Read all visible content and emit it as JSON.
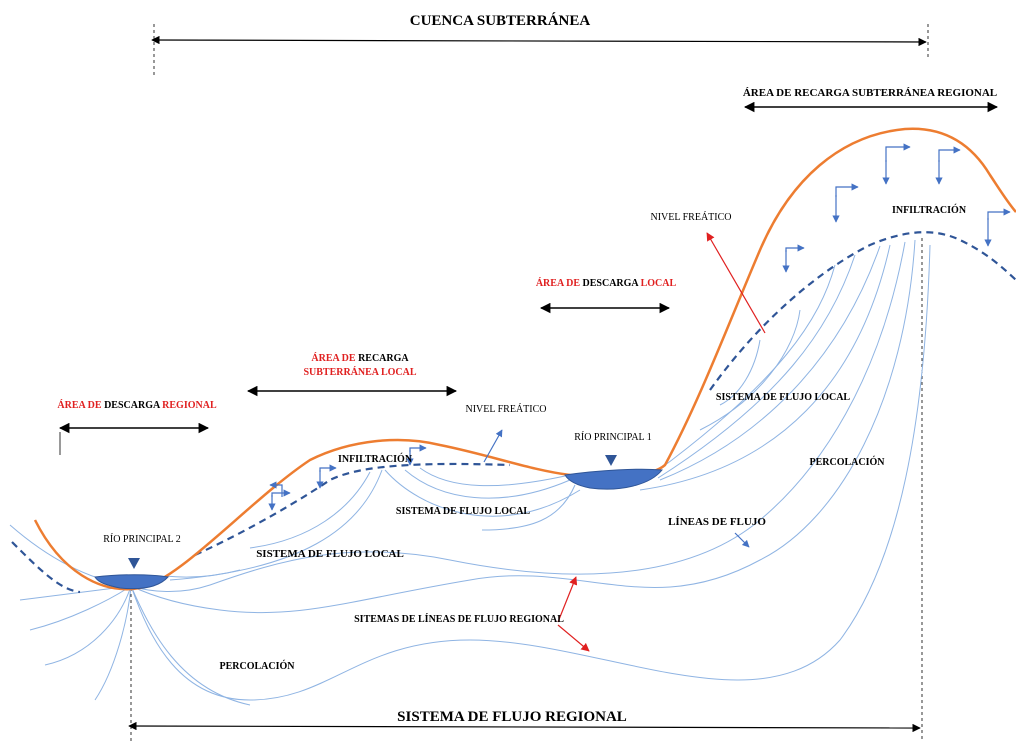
{
  "titles": {
    "top": "CUENCA SUBTERRÁNEA",
    "bottom": "SISTEMA DE FLUJO REGIONAL",
    "regional_recharge": "ÁREA DE RECARGA SUBTERRÁNEA REGIONAL"
  },
  "areas": {
    "regional_discharge": {
      "red1": "ÁREA DE",
      "black": " DESCARGA ",
      "red2": "REGIONAL"
    },
    "local_recharge": {
      "red1": "ÁREA DE",
      "black": " RECARGA",
      "line2": "SUBTERRÁNEA LOCAL"
    },
    "local_discharge": {
      "red1": "ÁREA DE",
      "black": " DESCARGA ",
      "red2": "LOCAL"
    }
  },
  "labels": {
    "nivel_freatico_right": "NIVEL FREÁTICO",
    "nivel_freatico_mid": "NIVEL FREÁTICO",
    "infiltracion_right": "INFILTRACIÓN",
    "infiltracion_mid": "INFILTRACIÓN",
    "rio_1": "RÍO PRINCIPAL 1",
    "rio_2": "RÍO PRINCIPAL 2",
    "local_flow_right": "SISTEMA DE FLUJO LOCAL",
    "local_flow_mid": "SISTEMA DE FLUJO LOCAL",
    "local_flow_left": "SISTEMA DE FLUJO LOCAL",
    "percolacion_right": "PERCOLACIÓN",
    "percolacion_left": "PERCOLACIÓN",
    "lineas_flujo": "LÍNEAS DE FLUJO",
    "regional_lines": "SITEMAS DE LÍNEAS DE FLUJO REGIONAL"
  },
  "colors": {
    "terrain": "#ed7d31",
    "water_table": "#2f5597",
    "flow_lines": "#8fb4e3",
    "infiltration_arrows": "#4472c4",
    "river": "#4472c4",
    "pointer": "#e02020"
  }
}
